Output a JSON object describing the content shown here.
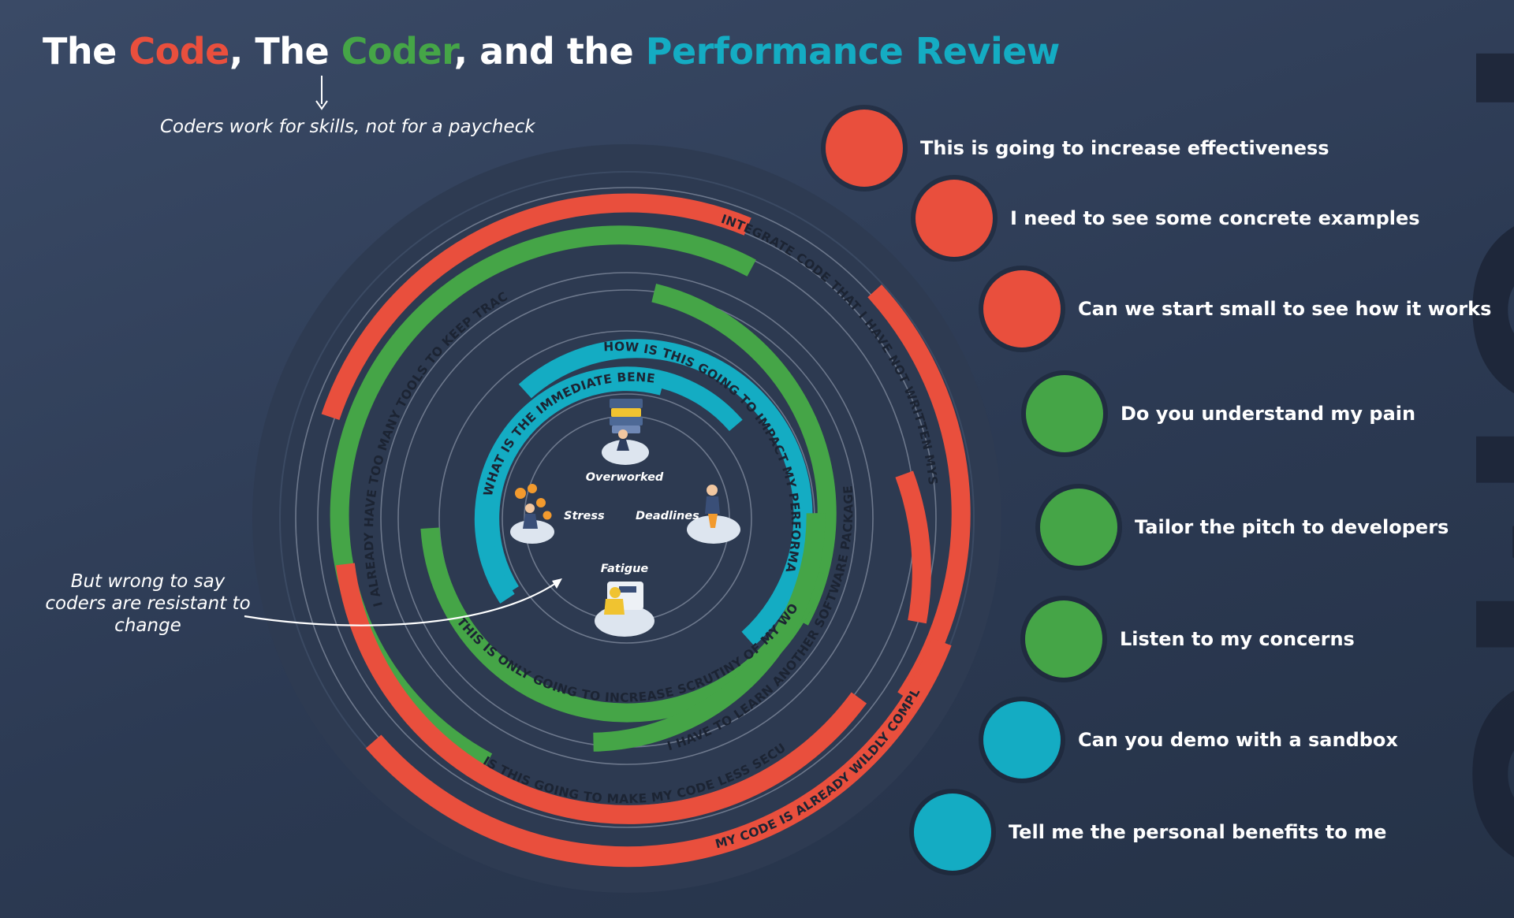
{
  "title": {
    "p1": "The ",
    "code": "Code",
    "p2": ", The ",
    "coder": "Coder",
    "p3": ", and the ",
    "review": "Performance Review"
  },
  "subtitle": "Coders work for skills, not for a paycheck",
  "left_note": "But wrong to say coders are resistant to change",
  "watermark": "FOMO",
  "center_items": {
    "overworked": "Overworked",
    "stress": "Stress",
    "deadlines": "Deadlines",
    "fatigue": "Fatigue"
  },
  "rings": [
    {
      "id": "ring-integrate",
      "text": "INTEGRATE CODE THAT I HAVE NOT WRITTEN MYSELF",
      "color": "red"
    },
    {
      "id": "ring-tools",
      "text": "I ALREADY HAVE TOO MANY TOOLS TO KEEP TRACK OF",
      "color": "green"
    },
    {
      "id": "ring-benefit",
      "text": "WHAT IS THE IMMEDIATE BENEFIT",
      "color": "teal"
    },
    {
      "id": "ring-impact",
      "text": "HOW IS THIS GOING TO IMPACT MY PERFORMANCE",
      "color": "teal"
    },
    {
      "id": "ring-scrutiny",
      "text": "THIS IS ONLY GOING TO INCREASE SCRUTINY OF MY WORK",
      "color": "green"
    },
    {
      "id": "ring-learn",
      "text": "I HAVE TO LEARN ANOTHER SOFTWARE PACKAGE",
      "color": "green"
    },
    {
      "id": "ring-secure",
      "text": "IS THIS GOING TO MAKE MY CODE LESS SECURE",
      "color": "red"
    },
    {
      "id": "ring-complex",
      "text": "MY CODE IS ALREADY WILDLY COMPLEX",
      "color": "red"
    }
  ],
  "bullets": [
    {
      "label": "This is going to increase effectiveness",
      "color": "red"
    },
    {
      "label": "I need to see some concrete examples",
      "color": "red"
    },
    {
      "label": "Can we start small to see how it works",
      "color": "red"
    },
    {
      "label": "Do you understand my pain",
      "color": "green"
    },
    {
      "label": "Tailor the pitch to developers",
      "color": "green"
    },
    {
      "label": "Listen to my concerns",
      "color": "green"
    },
    {
      "label": "Can you demo with a sandbox",
      "color": "teal"
    },
    {
      "label": "Tell me the personal benefits to me",
      "color": "teal"
    }
  ],
  "colors": {
    "red": "#e94f3d",
    "green": "#45a547",
    "teal": "#14acc3",
    "background": "#2f3d56",
    "text": "#ffffff"
  }
}
